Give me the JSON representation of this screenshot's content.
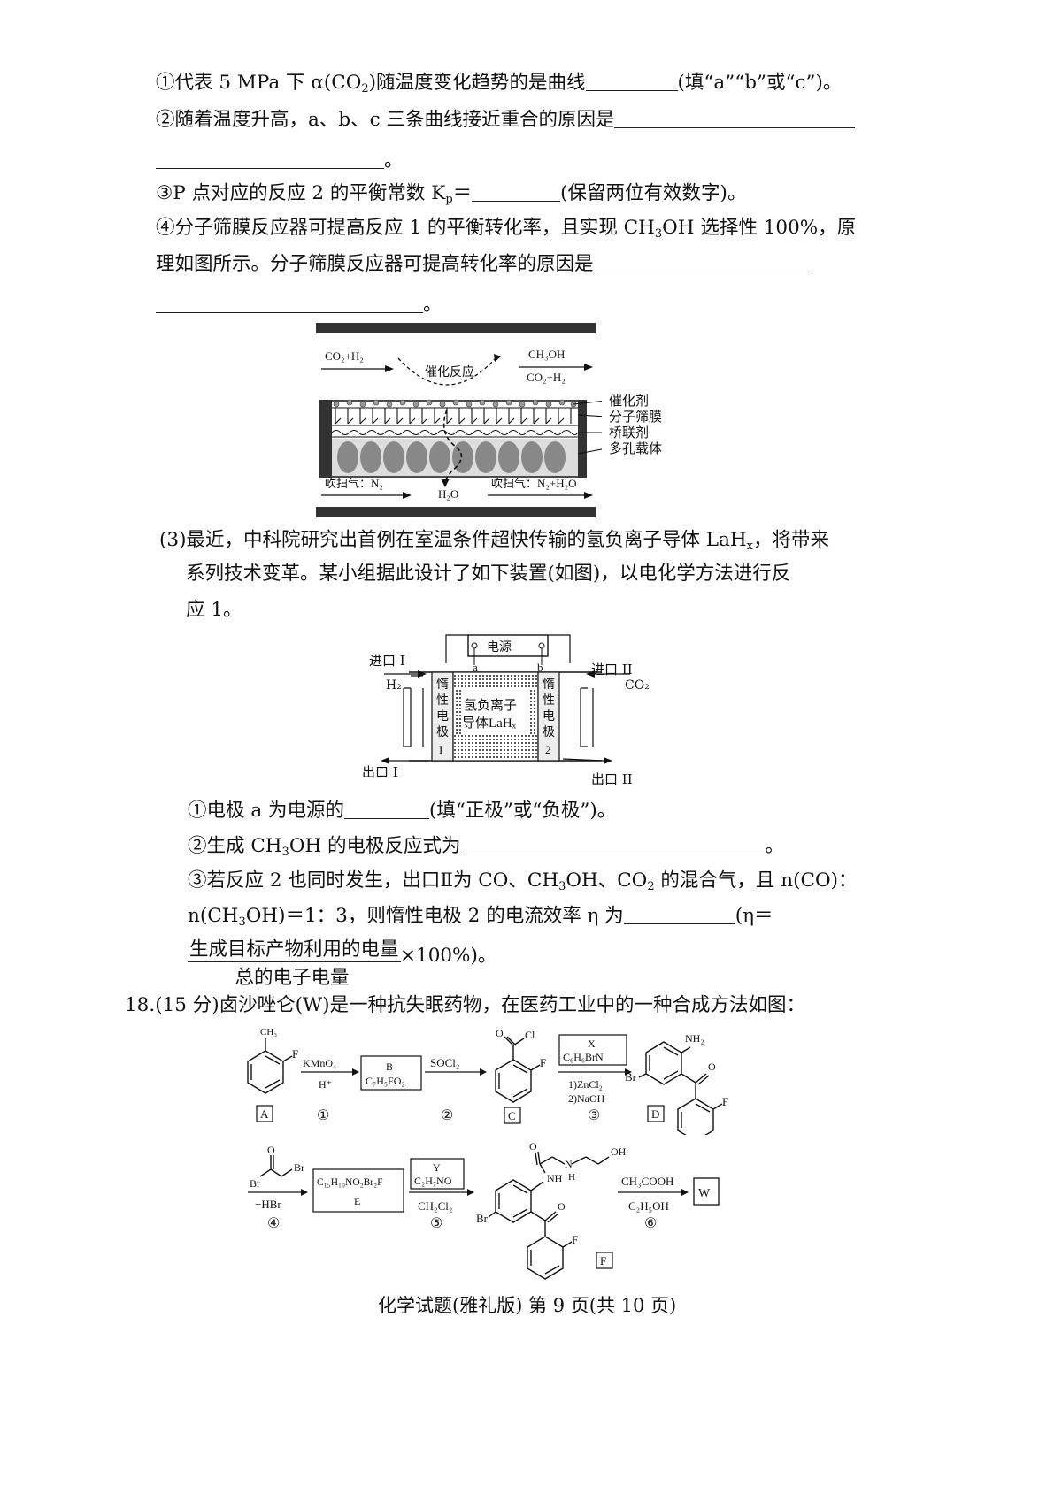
{
  "q17": {
    "l1a": "①代表 5 MPa 下 α(CO",
    "l1b": ")随温度变化趋势的是曲线",
    "l1c": "(填“a”“b”或“c”)。",
    "l2": "②随着温度升高，a、b、c 三条曲线接近重合的原因是",
    "l3": "。",
    "l4a": "③P 点对应的反应 2 的平衡常数 K",
    "l4b": "p",
    "l4c": "＝",
    "l4d": "(保留两位有效数字)。",
    "l5a": "④分子筛膜反应器可提高反应 1 的平衡转化率，且实现 CH",
    "l5b": "OH 选择性 100%，原",
    "l6": "理如图所示。分子筛膜反应器可提高转化率的原因是",
    "l7": "。"
  },
  "fig1": {
    "in_gas": "CO₂+H₂",
    "catalytic": "催化反应",
    "out_gas1": "CH₃OH",
    "out_gas2": "CO₂+H₂",
    "legend": [
      "催化剂",
      "分子筛膜",
      "桥联剂",
      "多孔载体"
    ],
    "sweep_in": "吹扫气：N₂",
    "water": "H₂O",
    "sweep_out": "吹扫气：N₂+H₂O"
  },
  "q3": {
    "l1a": "(3)最近，中科院研究出首例在室温条件超快传输的氢负离子导体 LaH",
    "l1b": "x",
    "l1c": "，将带来",
    "l2": "系列技术变革。某小组据此设计了如下装置(如图)，以电化学方法进行反",
    "l3": "应 1。",
    "s1a": "①电极 a 为电源的",
    "s1b": "(填“正极”或“负极”)。",
    "s2a": "②生成 CH",
    "s2b": "OH 的电极反应式为",
    "s2c": "。",
    "s3a": "③若反应 2 也同时发生，出口Ⅱ为 CO、CH",
    "s3b": "OH、CO",
    "s3c": " 的混合气，且 n(CO)：",
    "s4a": "n(CH",
    "s4b": "OH)＝1：3，则惰性电极 2 的电流效率 η 为",
    "s4c": "(η＝",
    "frac_num": "生成目标产物利用的电量",
    "frac_den": "总的电子电量",
    "frac_tail": "×100%)。"
  },
  "fig2": {
    "power": "电源",
    "a": "a",
    "b": "b",
    "inlet1": "进口 I",
    "inlet2": "进口 II",
    "h2": "H₂",
    "co2": "CO₂",
    "electrode1": [
      "惰",
      "性",
      "电",
      "极",
      "I"
    ],
    "electrode2": [
      "惰",
      "性",
      "电",
      "极",
      "2"
    ],
    "conductor1": "氢负离子",
    "conductor2": "导体LaHₓ",
    "outlet1": "出口 I",
    "outlet2": "出口 II"
  },
  "q18": {
    "title": "18.(15 分)卤沙唑仑(W)是一种抗失眠药物，在医药工业中的一种合成方法如图："
  },
  "scheme": {
    "ch3": "CH₃",
    "f": "F",
    "kmno4": "KMnO₄",
    "hplus": "H⁺",
    "b_label": "B",
    "b_formula": "C₇H₅FO₂",
    "socl2": "SOCl₂",
    "cl": "Cl",
    "x_label": "X",
    "x_formula": "C₆H₆BrN",
    "zncl2": "1)ZnCl₂",
    "naoh": "2)NaOH",
    "nh2": "NH₂",
    "br": "Br",
    "o": "O",
    "label_a": "A",
    "label_c": "C",
    "label_d": "D",
    "step1": "①",
    "step2": "②",
    "step3": "③",
    "step4": "④",
    "step5": "⑤",
    "step6": "⑥",
    "mhbr": "−HBr",
    "e_formula": "C₁₅H₁₀NO₂Br₂F",
    "e_label": "E",
    "y_label": "Y",
    "y_formula": "C₂H₇NO",
    "ch2cl2": "CH₂Cl₂",
    "oh": "OH",
    "n": "N",
    "h": "H",
    "nh": "NH",
    "label_f": "F",
    "ch3cooh": "CH₃COOH",
    "c2h5oh": "C₂H₅OH",
    "w": "W"
  },
  "footer": "化学试题(雅礼版)  第 9 页(共 10 页)"
}
